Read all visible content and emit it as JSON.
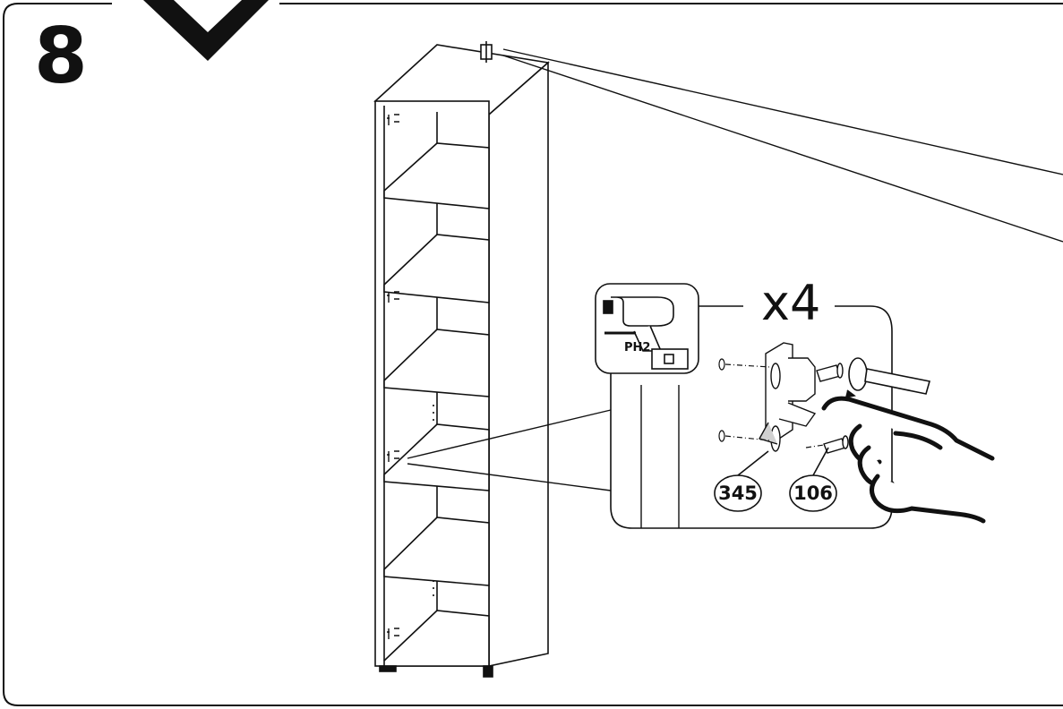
{
  "step": {
    "number": "8"
  },
  "instruction": {
    "quantity": "x4"
  },
  "tool": {
    "name": "drill-icon",
    "bit": "PH2"
  },
  "parts": [
    {
      "id": "345",
      "kind": "hinge-bracket"
    },
    {
      "id": "106",
      "kind": "screw"
    }
  ],
  "colors": {
    "line": "#111111",
    "background": "#ffffff",
    "shade": "#cfcfcf"
  }
}
